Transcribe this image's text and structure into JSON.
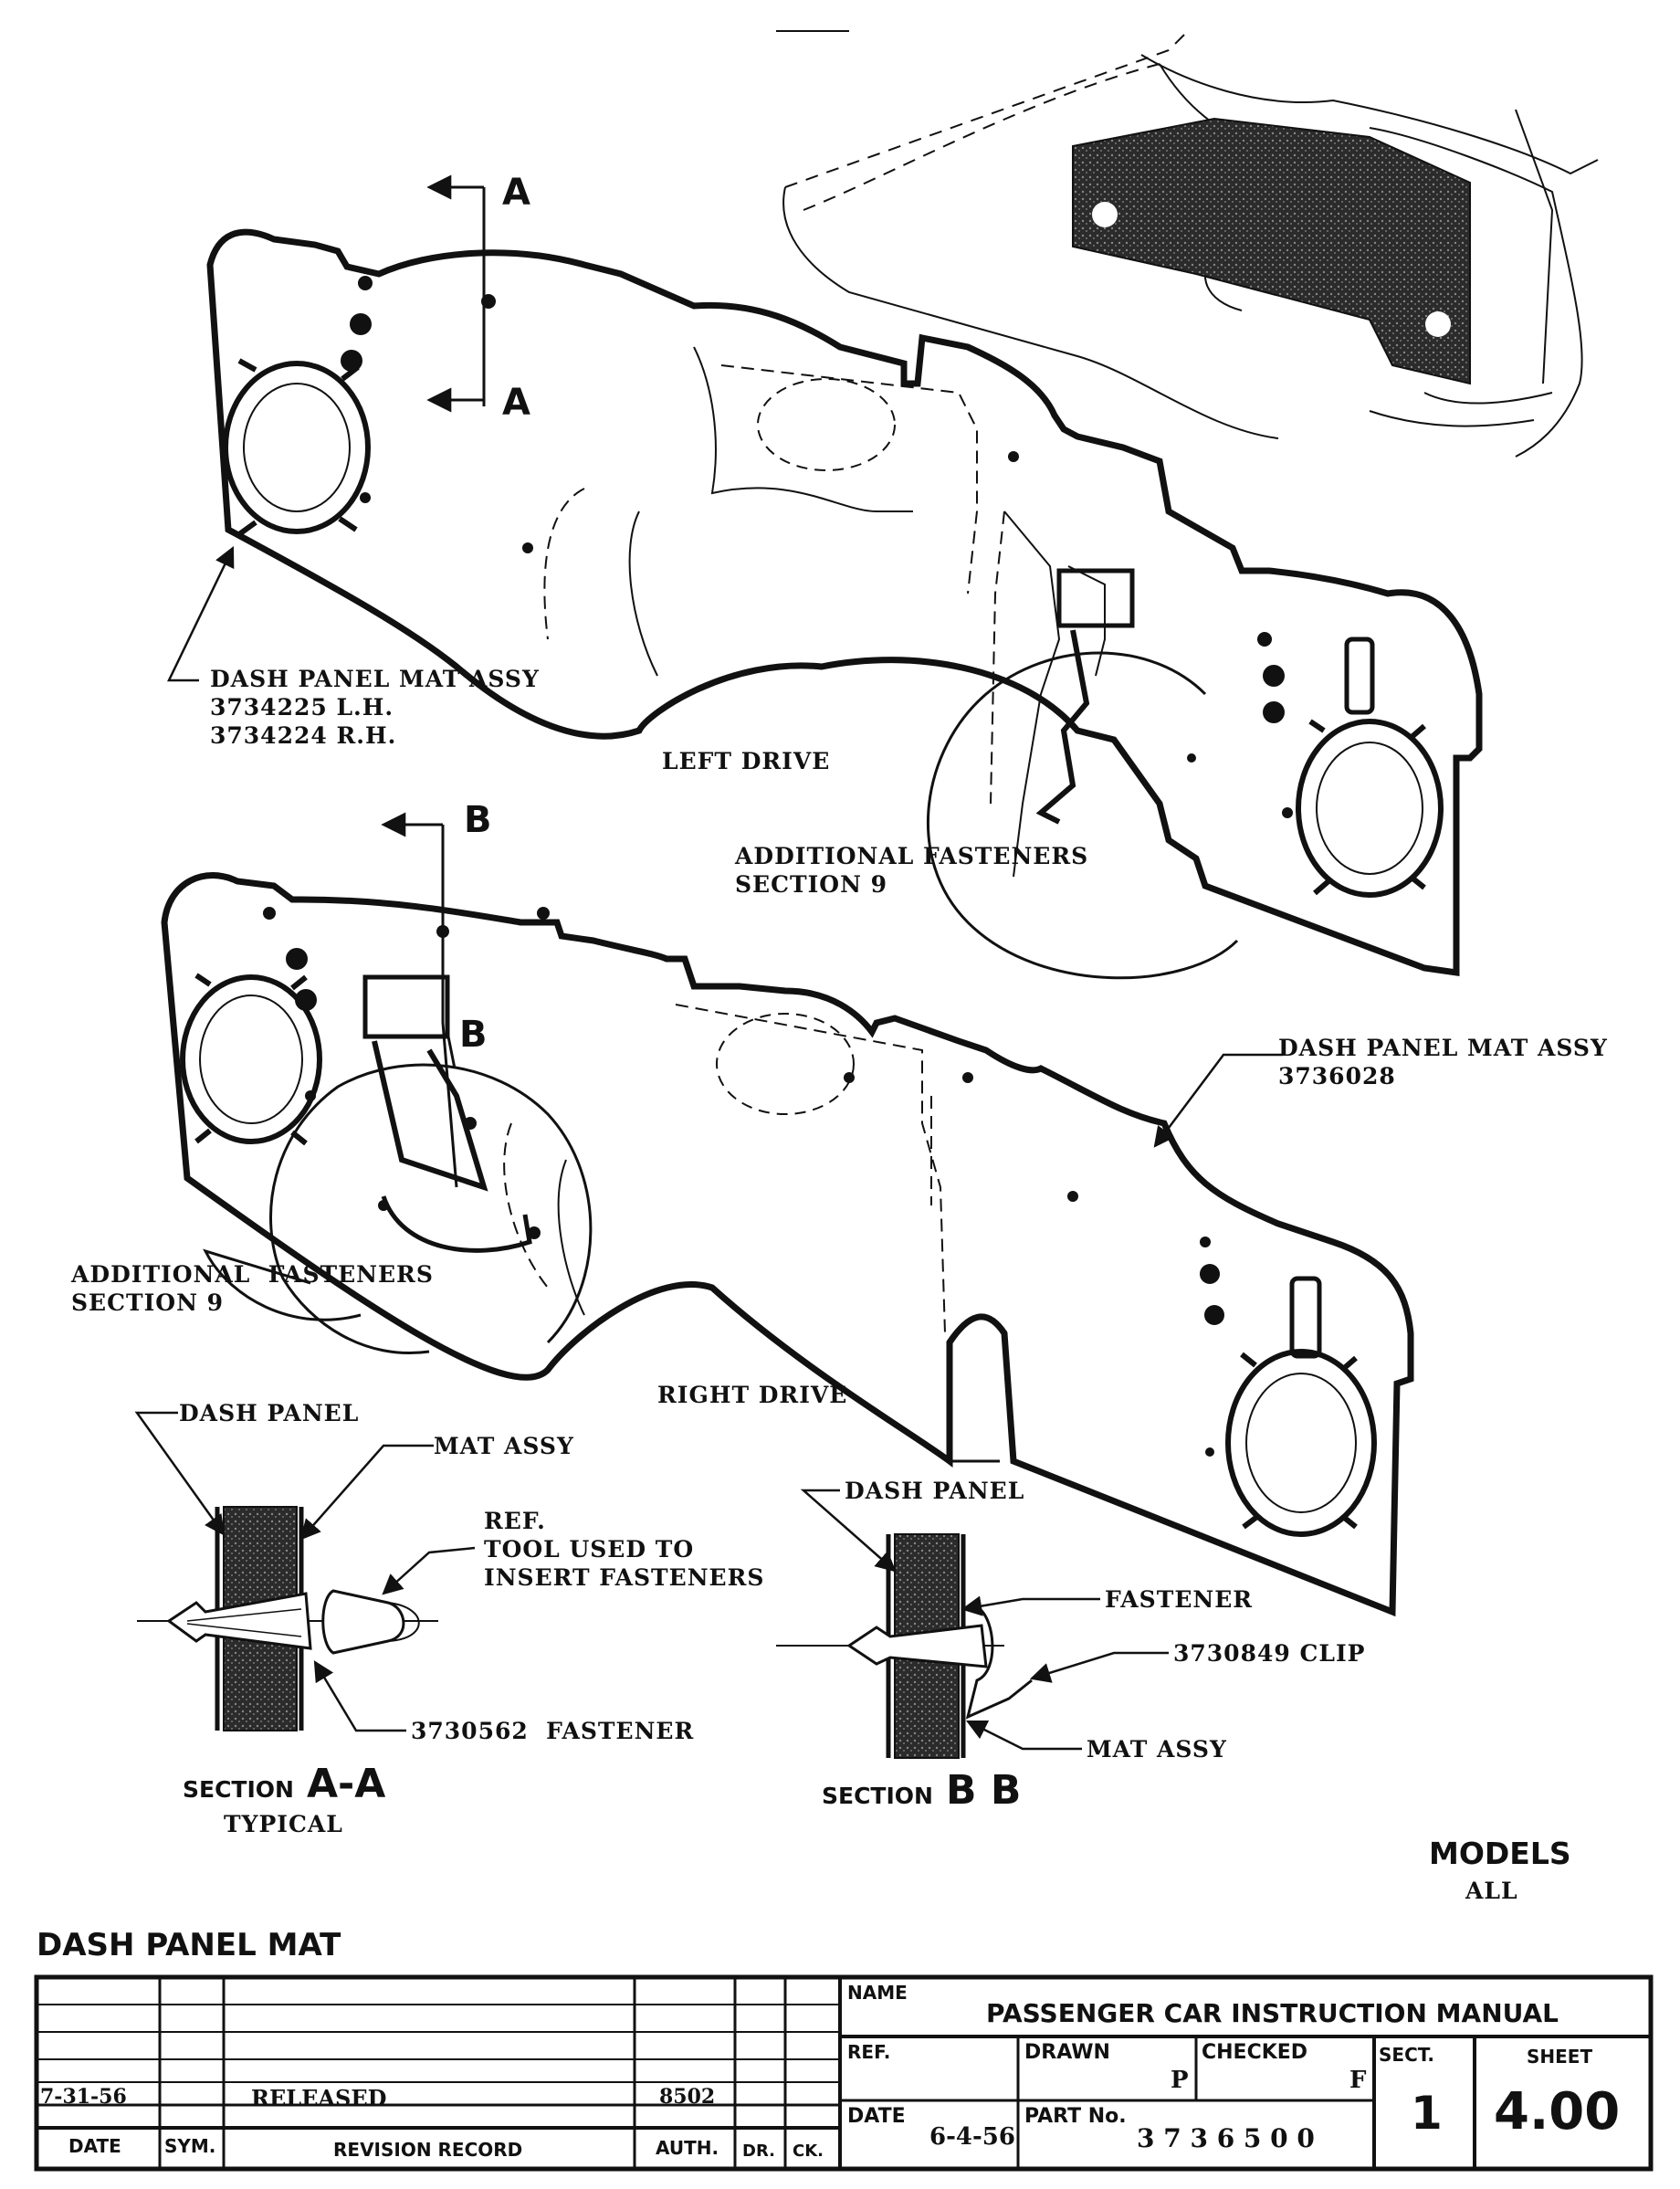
{
  "callouts": {
    "mat_lh_rh": "DASH PANEL MAT ASSY\n3734225 L.H.\n3734224 R.H.",
    "left_drive": "LEFT DRIVE",
    "add_fasteners_1": "ADDITIONAL FASTENERS\nSECTION 9",
    "add_fasteners_2": "ADDITIONAL  FASTENERS\nSECTION 9",
    "right_drive": "RIGHT DRIVE",
    "mat_rd": "DASH PANEL MAT ASSY\n3736028",
    "section_a_letter_top": "A",
    "section_a_letter_bottom": "A",
    "section_b_letter_top": "B",
    "section_b_letter_bottom": "B"
  },
  "section_aa": {
    "dash_panel": "DASH PANEL",
    "mat_assy": "MAT ASSY",
    "tool_note": "REF.\nTOOL USED TO\nINSERT FASTENERS",
    "fastener": "3730562  FASTENER",
    "section_word": "SECTION",
    "section_id": "A-A",
    "typical": "TYPICAL"
  },
  "section_bb": {
    "dash_panel": "DASH PANEL",
    "fastener": "FASTENER",
    "clip": "3730849 CLIP",
    "mat_assy": "MAT ASSY",
    "section_word": "SECTION",
    "section_id": "B  B"
  },
  "models": {
    "heading": "MODELS",
    "value": "ALL"
  },
  "page_title": "DASH PANEL MAT",
  "title_block": {
    "name_label": "NAME",
    "name_value": "PASSENGER CAR INSTRUCTION MANUAL",
    "ref_label": "REF.",
    "drawn_label": "DRAWN",
    "drawn_value": "P",
    "checked_label": "CHECKED",
    "checked_value": "F",
    "sect_label": "SECT.",
    "sect_value": "1",
    "sheet_label": "SHEET",
    "sheet_value": "4.00",
    "date_label": "DATE",
    "date_value": "6-4-56",
    "part_label": "PART No.",
    "part_value": "3 7 3 6 5 0 0"
  },
  "revision_record": {
    "entry_date": "7-31-56",
    "entry_text": "RELEASED",
    "entry_auth": "8502",
    "headers": [
      "DATE",
      "SYM.",
      "REVISION RECORD",
      "AUTH.",
      "DR.",
      "CK."
    ]
  }
}
